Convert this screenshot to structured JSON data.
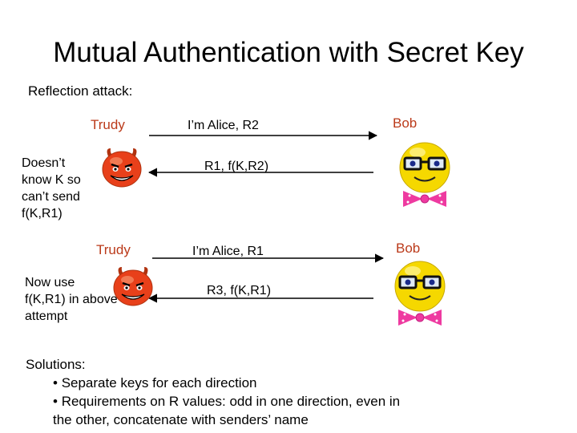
{
  "slide": {
    "title": "Mutual Authentication with Secret Key",
    "subtitle": "Reflection attack:"
  },
  "exchange1": {
    "trudy_label": "Trudy",
    "bob_label": "Bob",
    "msg_to_bob": "I’m Alice, R2",
    "msg_from_bob": "R1, f(K,R2)",
    "note_lines": [
      "Doesn’t",
      "know K so",
      "can’t send",
      "f(K,R1)"
    ]
  },
  "exchange2": {
    "trudy_label": "Trudy",
    "bob_label": "Bob",
    "msg_to_bob": "I’m Alice, R1",
    "msg_from_bob": "R3, f(K,R1)",
    "note_lines": [
      "Now use",
      "f(K,R1) in above",
      "attempt"
    ]
  },
  "solutions": {
    "heading": "Solutions:",
    "bullet1": "Separate keys for each direction",
    "bullet2_line1": "Requirements on R values: odd in one direction, even in",
    "bullet2_line2": "the other, concatenate with senders’ name"
  },
  "colors": {
    "trudy_face": "#e8401a",
    "bob_face": "#f5d800",
    "bow_tie": "#ee3aa0",
    "name_label": "#bb3a1a"
  }
}
